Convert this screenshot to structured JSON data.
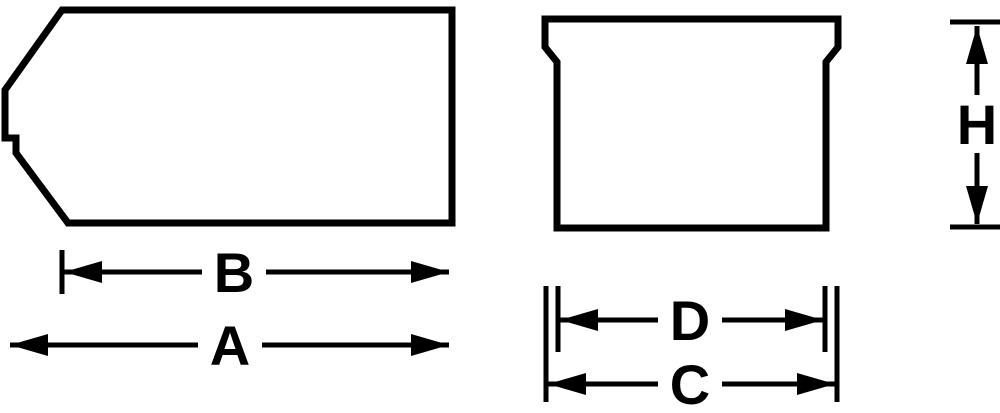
{
  "diagram": {
    "labels": {
      "a": "A",
      "b": "B",
      "c": "C",
      "d": "D",
      "h": "H"
    },
    "colors": {
      "line": "#000000",
      "background": "#ffffff"
    }
  }
}
